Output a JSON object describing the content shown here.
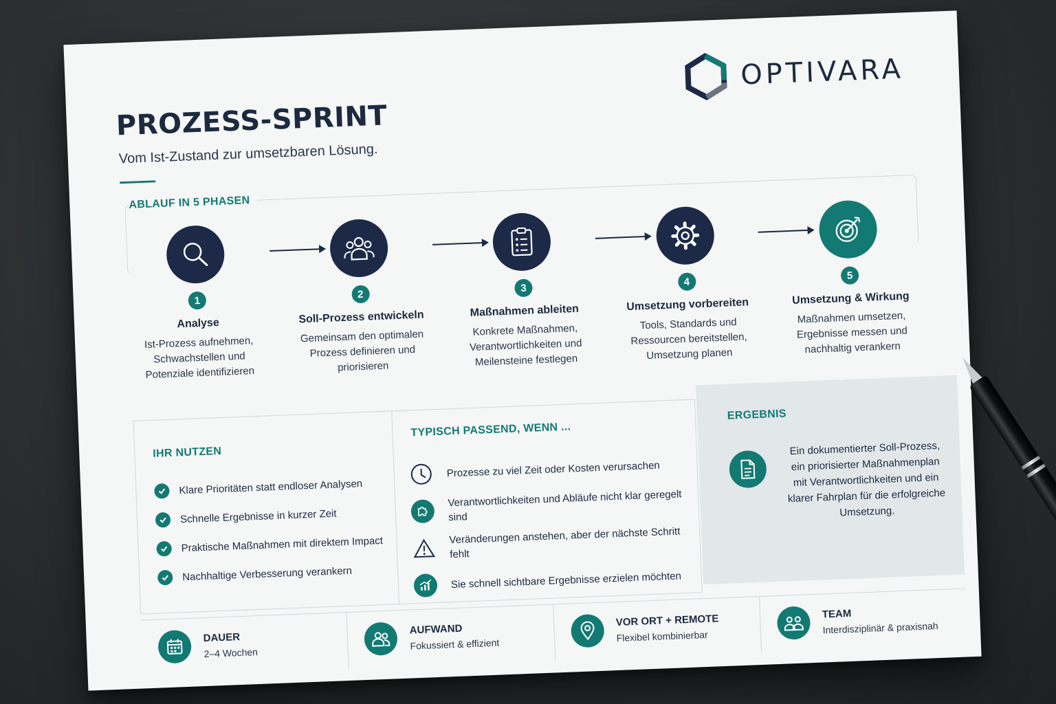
{
  "brand": {
    "name": "OPTIVARA"
  },
  "header": {
    "title": "PROZESS-SPRINT",
    "subtitle": "Vom Ist-Zustand zur umsetzbaren Lösung."
  },
  "phases": {
    "label": "ABLAUF IN 5 PHASEN",
    "items": [
      {
        "num": "1",
        "icon": "search-icon",
        "title": "Analyse",
        "desc": "Ist-Prozess aufnehmen, Schwachstellen und Potenziale identifizieren"
      },
      {
        "num": "2",
        "icon": "people-icon",
        "title": "Soll-Prozess entwickeln",
        "desc": "Gemeinsam den optimalen Prozess definieren und priorisieren"
      },
      {
        "num": "3",
        "icon": "clipboard-icon",
        "title": "Maßnahmen ableiten",
        "desc": "Konkrete Maßnahmen, Verantwortlichkeiten und Meilensteine festlegen"
      },
      {
        "num": "4",
        "icon": "gear-icon",
        "title": "Umsetzung vorbereiten",
        "desc": "Tools, Standards und Ressourcen bereitstellen, Umsetzung planen"
      },
      {
        "num": "5",
        "icon": "target-icon",
        "title": "Umsetzung & Wirkung",
        "desc": "Maßnahmen umsetzen, Ergebnisse messen und nachhaltig verankern"
      }
    ]
  },
  "benefits": {
    "label": "IHR NUTZEN",
    "items": [
      "Klare Prioritäten statt endloser Analysen",
      "Schnelle Ergebnisse in kurzer Zeit",
      "Praktische Maßnahmen mit direktem Impact",
      "Nachhaltige Verbesserung verankern"
    ]
  },
  "fits": {
    "label": "TYPISCH PASSEND, WENN ...",
    "items": [
      {
        "icon": "clock-icon",
        "text": "Prozesse zu viel Zeit oder Kosten verursachen"
      },
      {
        "icon": "puzzle-icon",
        "text": "Verantwortlichkeiten und Abläufe nicht klar geregelt sind"
      },
      {
        "icon": "warning-icon",
        "text": "Veränderungen anstehen, aber der nächste Schritt fehlt"
      },
      {
        "icon": "growth-chart-icon",
        "text": "Sie schnell sichtbare Ergebnisse erzielen möchten"
      }
    ]
  },
  "result": {
    "label": "ERGEBNIS",
    "text": "Ein dokumentierter Soll-Prozess, ein priorisierter Maßnahmenplan mit Verantwortlichkeiten und ein klarer Fahrplan für die erfolgreiche Umsetzung."
  },
  "info": [
    {
      "icon": "calendar-icon",
      "title": "DAUER",
      "value": "2–4 Wochen"
    },
    {
      "icon": "people-icon",
      "title": "AUFWAND",
      "value": "Fokussiert & effizient"
    },
    {
      "icon": "location-pin-icon",
      "title": "VOR ORT + REMOTE",
      "value": "Flexibel kombinierbar"
    },
    {
      "icon": "team-icon",
      "title": "TEAM",
      "value": "Interdisziplinär & praxisnah"
    }
  ],
  "colors": {
    "navy": "#1c2a48",
    "teal": "#137a73",
    "paper": "#f5f6f6",
    "background": "#2a2c2e"
  }
}
